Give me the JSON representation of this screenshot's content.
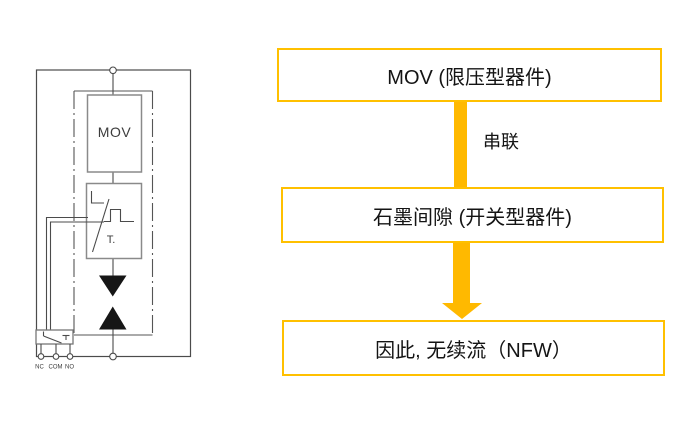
{
  "figure": {
    "circuit": {
      "mov_label": "MOV",
      "thermal_label": "T.",
      "terminal_labels": [
        "NC",
        "COM",
        "NO"
      ]
    },
    "flowchart": {
      "box_mov": "MOV (限压型器件)",
      "connector_label": "串联",
      "box_gap": "石墨间隙 (开关型器件)",
      "box_result": "因此, 无续流（NFW）"
    },
    "colors": {
      "flow_box_border": "#FFC000",
      "flow_arrow": "#FFB900",
      "circuit_line": "#4b4b4b",
      "triangle_fill": "#161616"
    }
  }
}
